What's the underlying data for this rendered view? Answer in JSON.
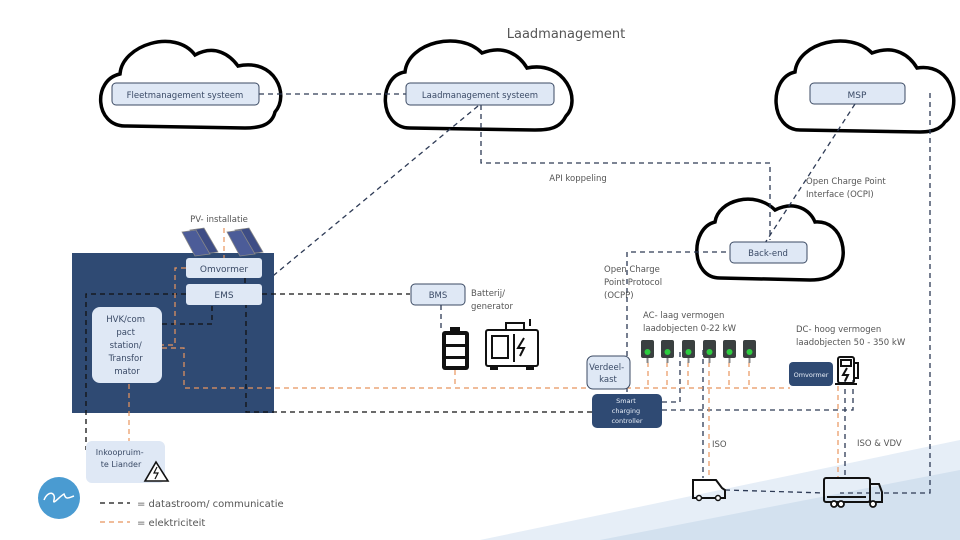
{
  "title": "Laadmanagement",
  "clouds": {
    "fleet": {
      "label": "Fleetmanagement systeem"
    },
    "laad": {
      "label": "Laadmanagement systeem"
    },
    "msp": {
      "label": "MSP"
    },
    "backend": {
      "label": "Back-end"
    }
  },
  "site": {
    "pv_label": "PV- installatie",
    "omvormer": "Omvormer",
    "ems": "EMS",
    "hvk_lines": [
      "HVK/com",
      "pact",
      "station/",
      "Transfor",
      "mator"
    ]
  },
  "bms": {
    "label": "BMS",
    "caption_lines": [
      "Batterij/",
      "generator"
    ]
  },
  "labels": {
    "api": "API koppeling",
    "ocpi_lines": [
      "Open Charge Point",
      "Interface (OCPI)"
    ],
    "ocpp_lines": [
      "Open Charge",
      "Point Protocol",
      "(OCPP)"
    ],
    "ac_lines": [
      "AC- laag vermogen",
      "laadobjecten  0-22 kW"
    ],
    "dc_lines": [
      "DC- hoog vermogen",
      "laadobjecten 50 - 350 kW"
    ],
    "iso": "ISO",
    "iso_vdv": "ISO & VDV"
  },
  "verdeelkast_lines": [
    "Verdeel-",
    "kast"
  ],
  "smart_controller_lines": [
    "Smart",
    "charging",
    "controller"
  ],
  "dc_omvormer": "Omvormer",
  "inkoop_lines": [
    "Inkoopruim-",
    "te Liander"
  ],
  "legend": {
    "comm": "= datastroom/ communicatie",
    "elec": "= elektriciteit"
  },
  "colors": {
    "site_bg": "#2f4a73",
    "node_fill": "#dfe8f5",
    "comm_line": "#2d3a55",
    "elec_line": "#e8955e",
    "logo": "#4a9bd1"
  }
}
